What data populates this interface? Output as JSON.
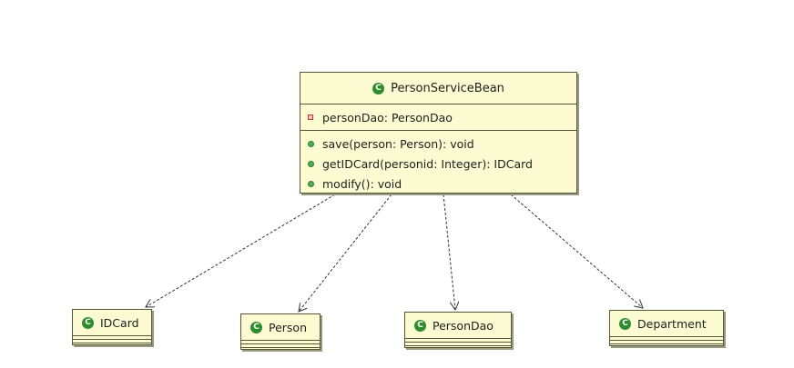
{
  "main_class": {
    "name": "PersonServiceBean",
    "icon": "class-icon",
    "fields": [
      {
        "text": "personDao: PersonDao",
        "icon": "private-field-icon"
      }
    ],
    "methods": [
      {
        "text": "save(person: Person): void",
        "icon": "public-method-icon"
      },
      {
        "text": "getIDCard(personid: Integer): IDCard",
        "icon": "public-method-icon"
      },
      {
        "text": "modify(): void",
        "icon": "public-method-icon"
      }
    ]
  },
  "dependencies": [
    {
      "name": "IDCard",
      "icon": "class-icon"
    },
    {
      "name": "Person",
      "icon": "class-icon"
    },
    {
      "name": "PersonDao",
      "icon": "class-icon"
    },
    {
      "name": "Department",
      "icon": "class-icon"
    }
  ],
  "colors": {
    "box_fill": "#fcfbd2",
    "box_border": "#55553a",
    "class_icon": "#2e8b2e",
    "method_icon": "#4caf50",
    "field_icon": "#c0392b",
    "arrow": "#333333"
  }
}
